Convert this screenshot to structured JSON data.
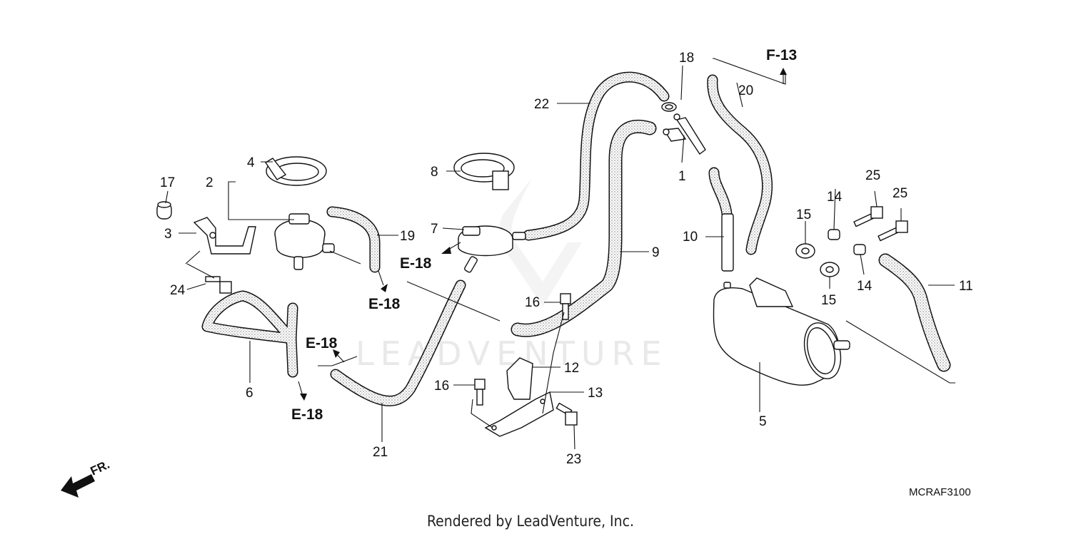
{
  "diagram": {
    "labels": {
      "p1": "1",
      "p2": "2",
      "p3": "3",
      "p4": "4",
      "p5": "5",
      "p6": "6",
      "p7": "7",
      "p8": "8",
      "p9": "9",
      "p10": "10",
      "p11": "11",
      "p12": "12",
      "p13": "13",
      "p14a": "14",
      "p14b": "14",
      "p15a": "15",
      "p15b": "15",
      "p16a": "16",
      "p16b": "16",
      "p17": "17",
      "p18": "18",
      "p19": "19",
      "p20": "20",
      "p21": "21",
      "p22": "22",
      "p23": "23",
      "p24": "24",
      "p25a": "25",
      "p25b": "25"
    },
    "refs": {
      "e18_a": "E-18",
      "e18_b": "E-18",
      "e18_c": "E-18",
      "e18_d": "E-18",
      "f13": "F-13"
    },
    "front_label": "FR.",
    "diagram_code": "MCRAF3100",
    "watermark": "LEADVENTURE",
    "footer": "Rendered by LeadVenture, Inc."
  }
}
